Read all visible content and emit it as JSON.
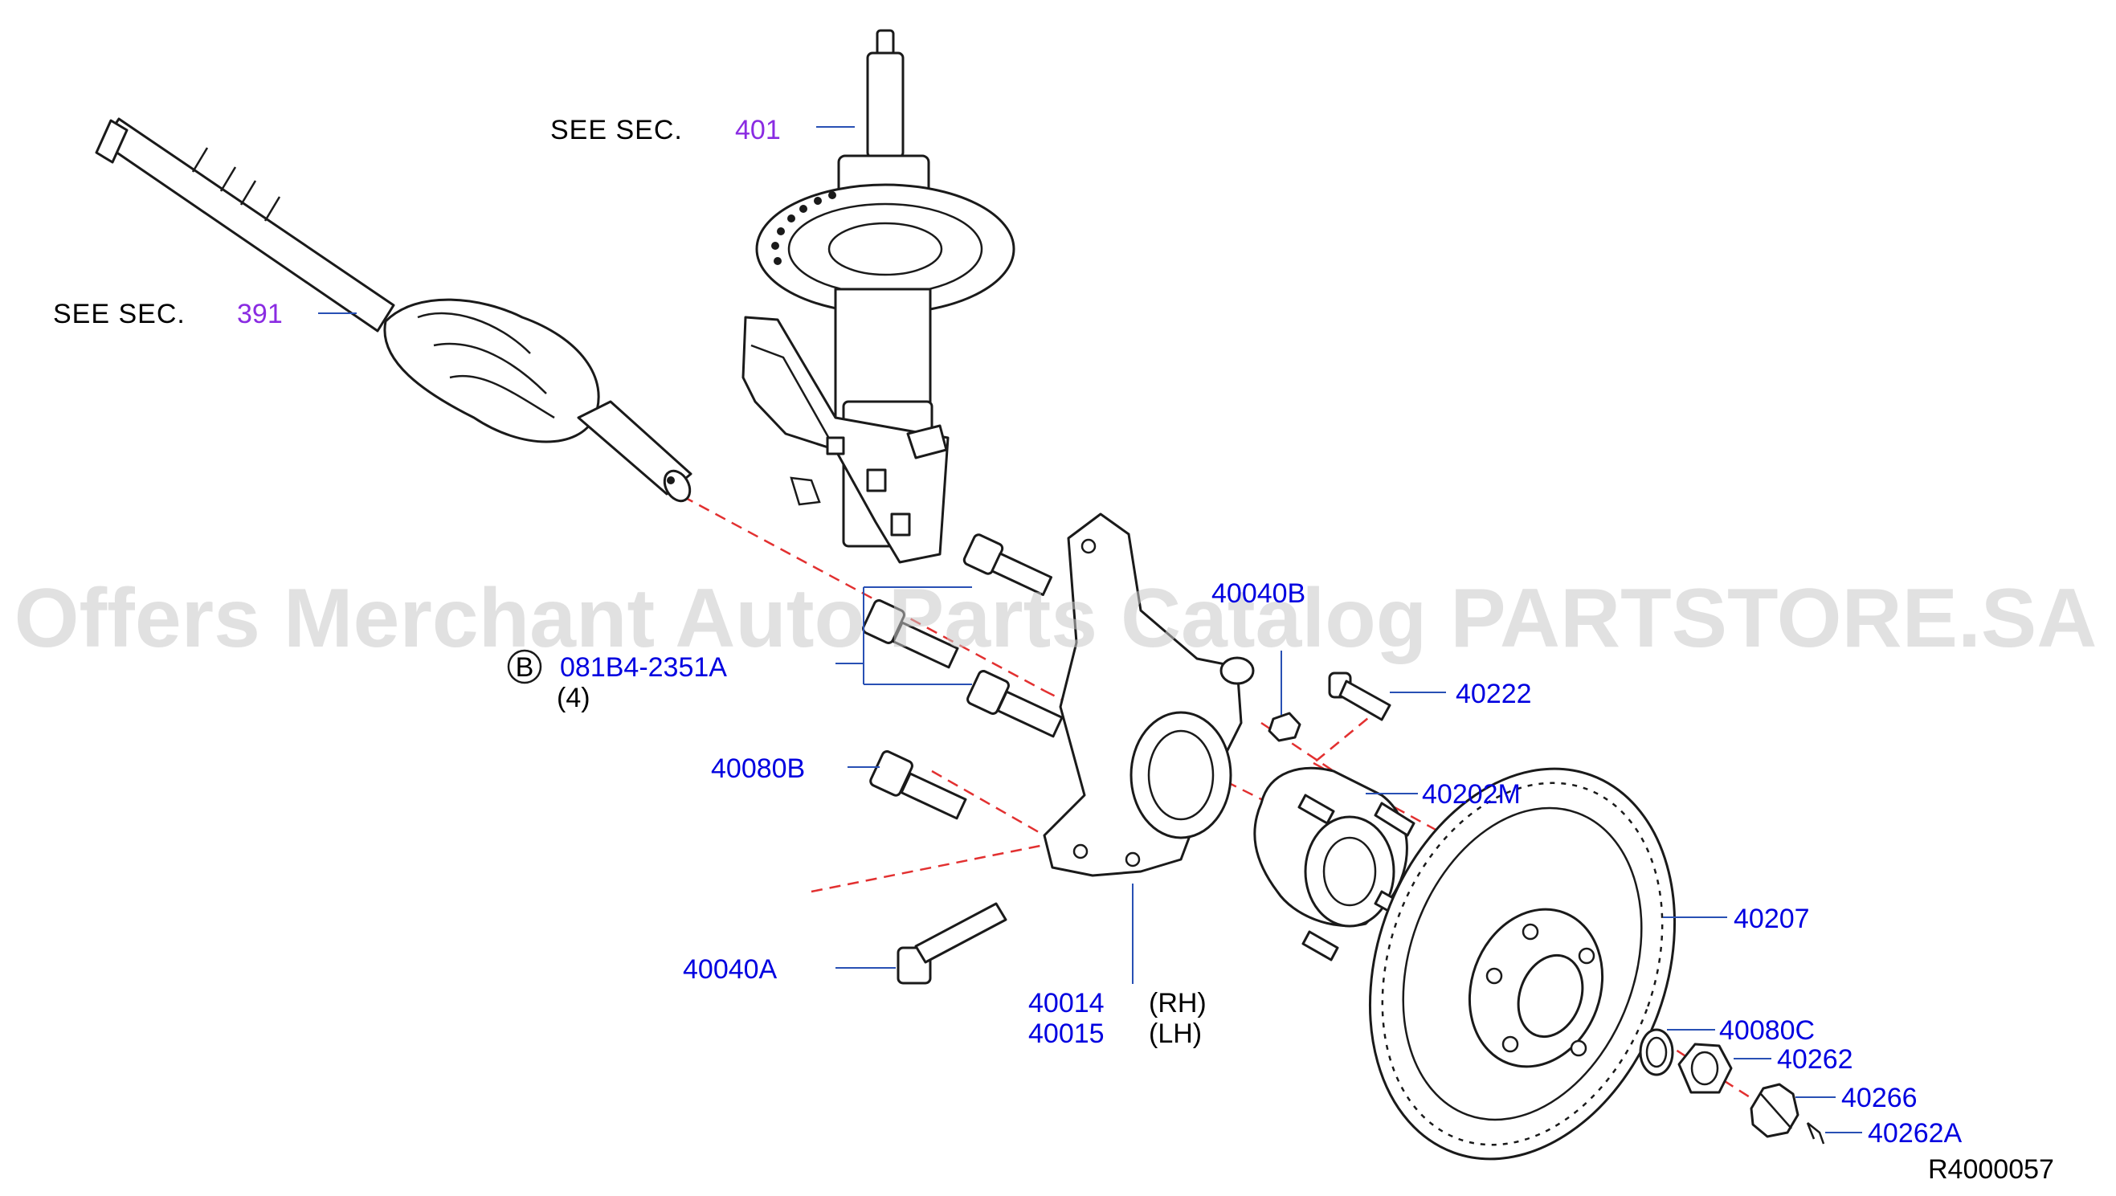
{
  "diagram": {
    "watermark": "Offers Merchant Auto Parts Catalog PARTSTORE.SA",
    "drawing_code": "R4000057",
    "see_sec_prefix": "SEE  SEC.",
    "section_refs": [
      "401",
      "391"
    ],
    "callouts": {
      "bolt_ref_letter": "B",
      "bolt_ref_code": "081B4-2351A",
      "bolt_ref_qty": "(4)",
      "p40040B": "40040B",
      "p40222": "40222",
      "p40080B": "40080B",
      "p40202M": "40202M",
      "p40207": "40207",
      "p40040A": "40040A",
      "p40014": "40014",
      "rh": "(RH)",
      "p40015": "40015",
      "lh": "(LH)",
      "p40080C": "40080C",
      "p40262": "40262",
      "p40266": "40266",
      "p40262A": "40262A"
    },
    "colors": {
      "part_number": "#0000e0",
      "section_ref": "#8a2be2",
      "leader": "#2850b4",
      "axis_dash": "#e23030"
    }
  }
}
